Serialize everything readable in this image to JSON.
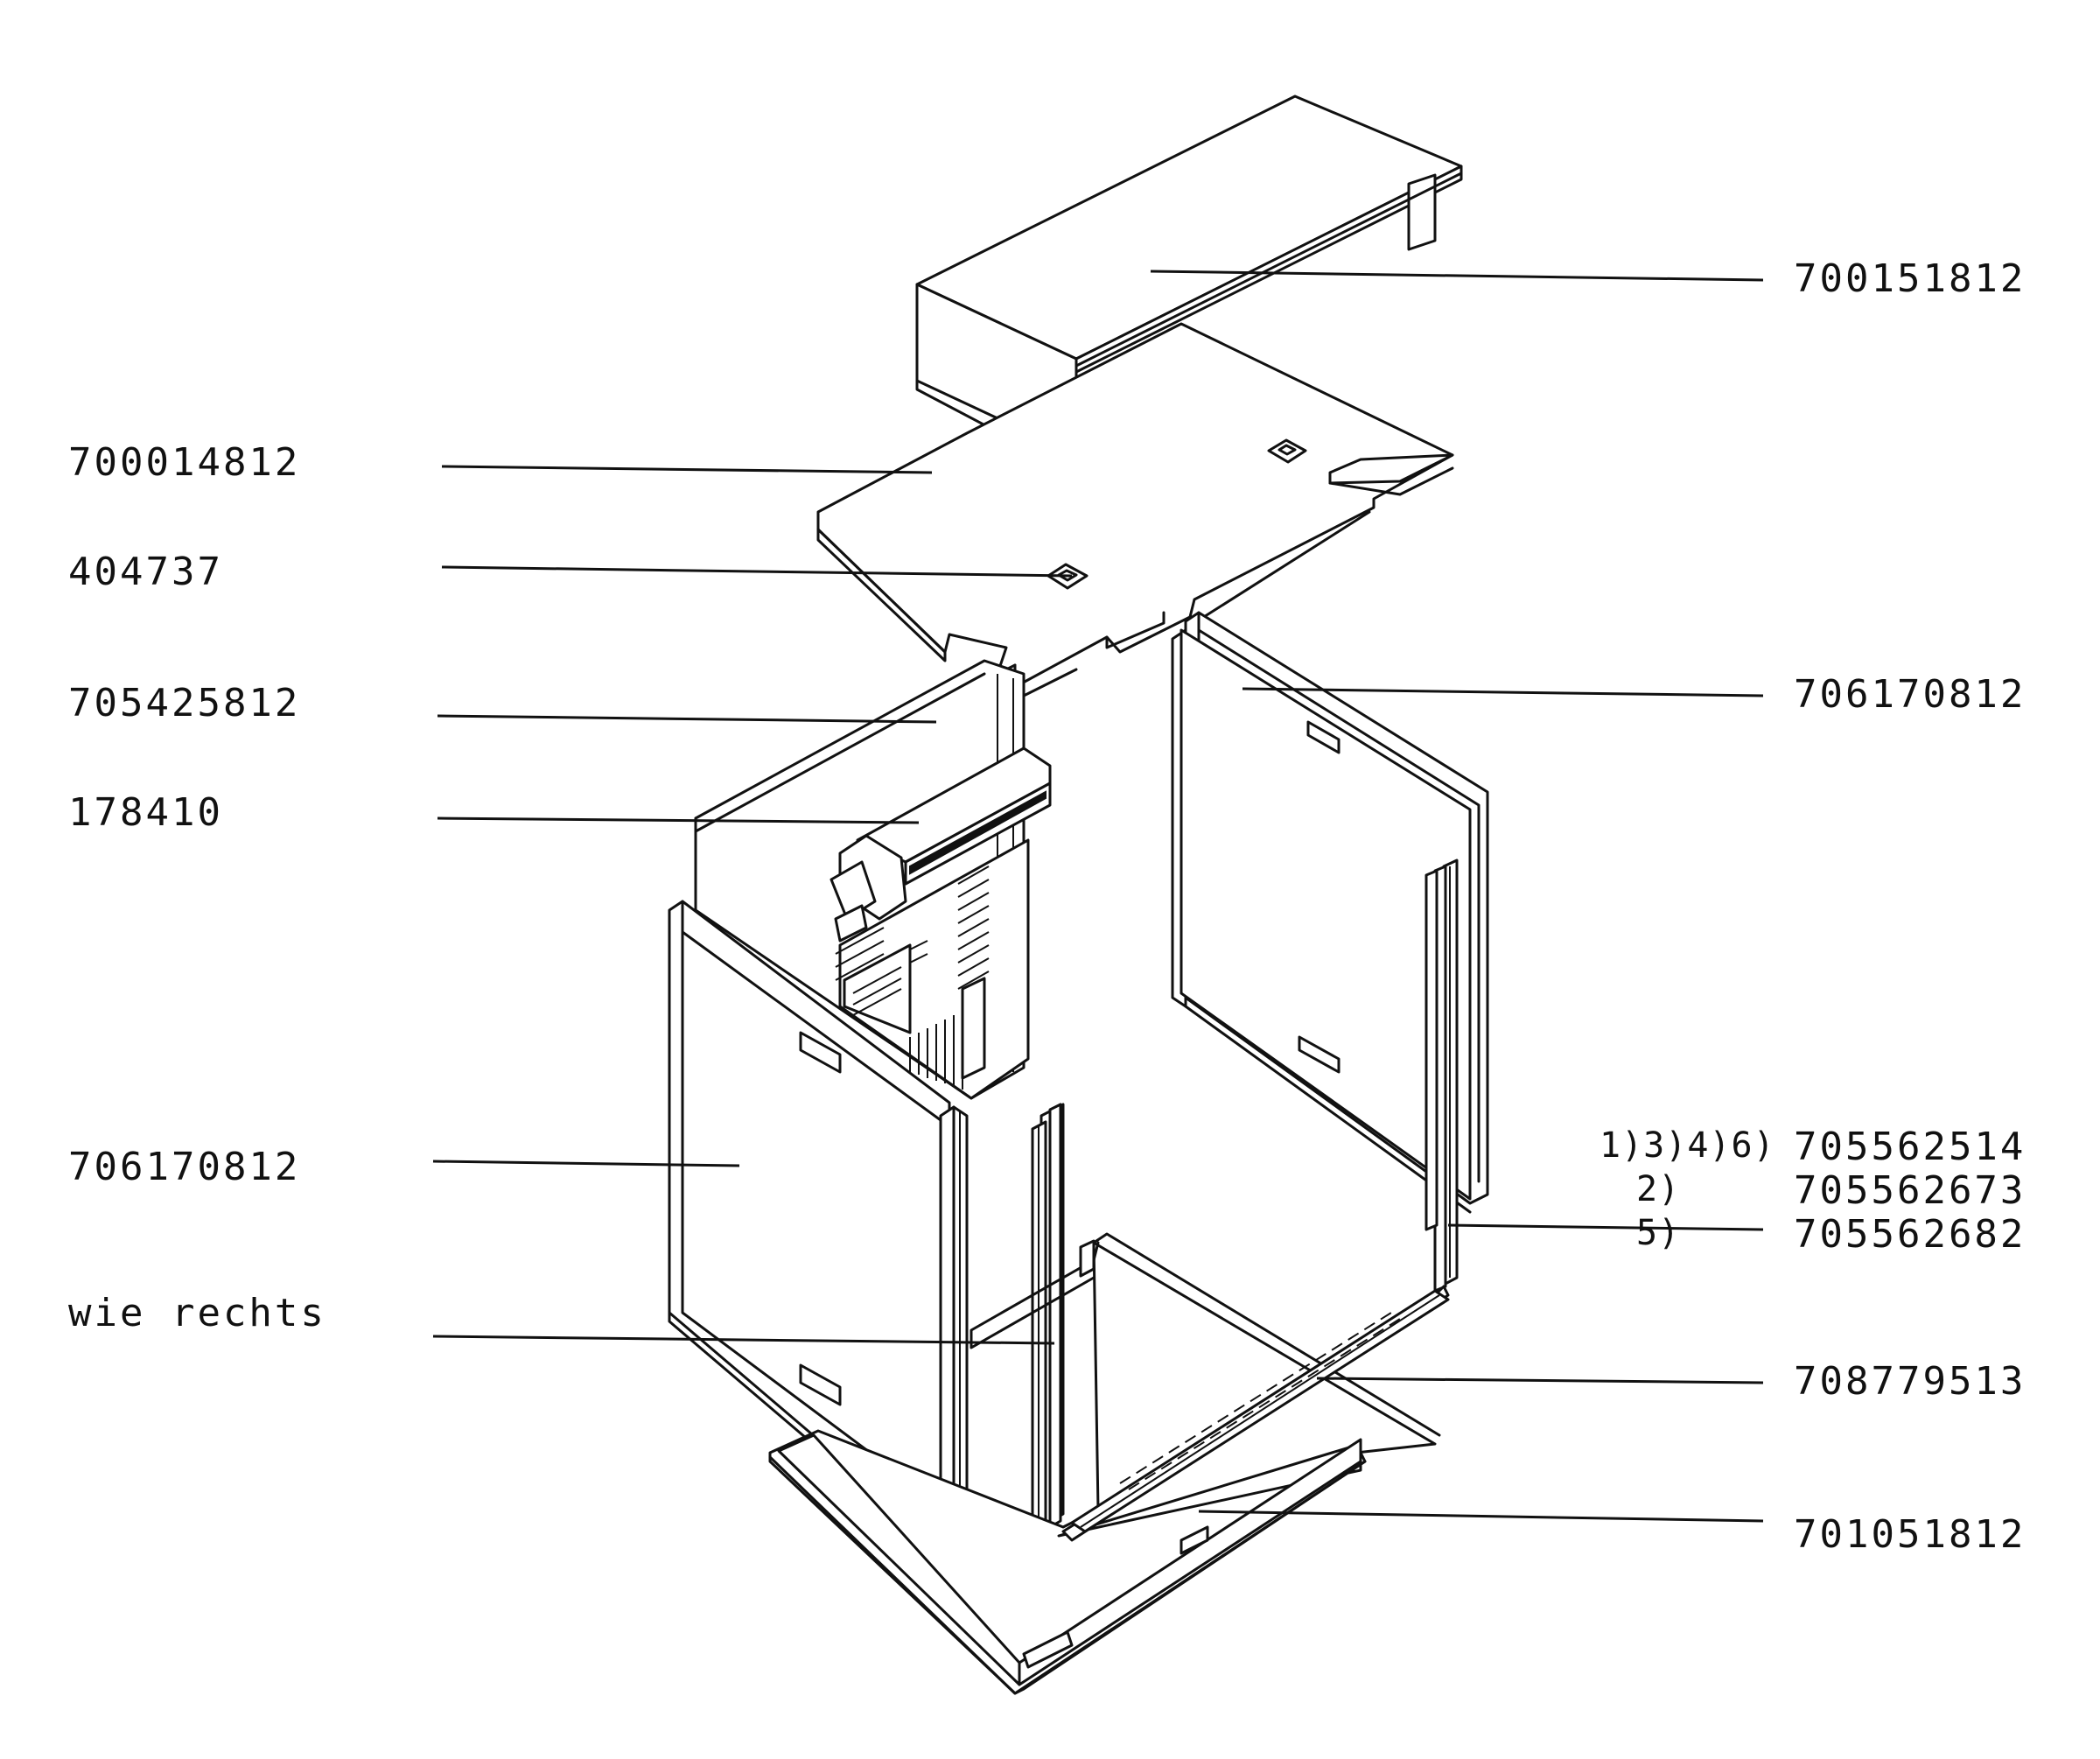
{
  "diagram": {
    "labels_left": [
      {
        "id": "top-panel",
        "text": "700014812"
      },
      {
        "id": "nut",
        "text": "404737"
      },
      {
        "id": "back-panel",
        "text": "705425812"
      },
      {
        "id": "module",
        "text": "178410"
      },
      {
        "id": "left-side",
        "text": "706170812"
      },
      {
        "id": "like-right",
        "text": "wie rechts"
      }
    ],
    "labels_right": [
      {
        "id": "cover",
        "text": "700151812"
      },
      {
        "id": "right-side",
        "text": "706170812"
      },
      {
        "id": "profile-1",
        "prefix": "1)3)4)6)",
        "text": "705562514"
      },
      {
        "id": "profile-2",
        "prefix": "2)",
        "text": "705562673"
      },
      {
        "id": "profile-5",
        "prefix": "5)",
        "text": "705562682"
      },
      {
        "id": "rail",
        "text": "708779513"
      },
      {
        "id": "bottom",
        "text": "701051812"
      }
    ]
  }
}
